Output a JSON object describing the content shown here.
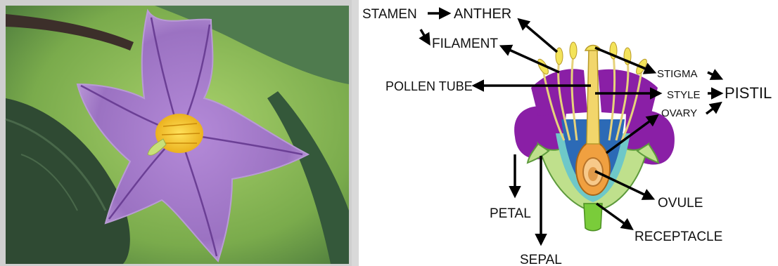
{
  "photo": {
    "colors": {
      "leaf_dark": "#2f4a33",
      "leaf_mid": "#4f7b4e",
      "bg_green": "#8fbf5a",
      "petal": "#9b72c2",
      "petal_light": "#c7a8e0",
      "vein": "#6b3f95",
      "anther": "#f3c41a",
      "stigma": "#c8e07a"
    }
  },
  "diagram": {
    "labels": {
      "stamen": "STAMEN",
      "anther": "ANTHER",
      "filament": "FILAMENT",
      "pollen_tube": "POLLEN TUBE",
      "stigma": "STIGMA",
      "style": "STYLE",
      "ovary": "OVARY",
      "pistil": "PISTIL",
      "petal": "PETAL",
      "sepal": "SEPAL",
      "ovule": "OVULE",
      "receptacle": "RECEPTACLE"
    },
    "colors": {
      "petal": "#8a1fa6",
      "petal_inner": "#6e1a96",
      "sepal": "#bfe08c",
      "sepal_outline": "#5d9a3c",
      "receptacle": "#7acc3a",
      "ovary": "#f0a040",
      "ovule": "#b8742a",
      "style": "#f2d66b",
      "anther": "#f3e35a",
      "filament": "#e6d27a",
      "inner_blue": "#2c6ab6",
      "teal": "#6ec8c8",
      "arrow": "#000000"
    }
  }
}
